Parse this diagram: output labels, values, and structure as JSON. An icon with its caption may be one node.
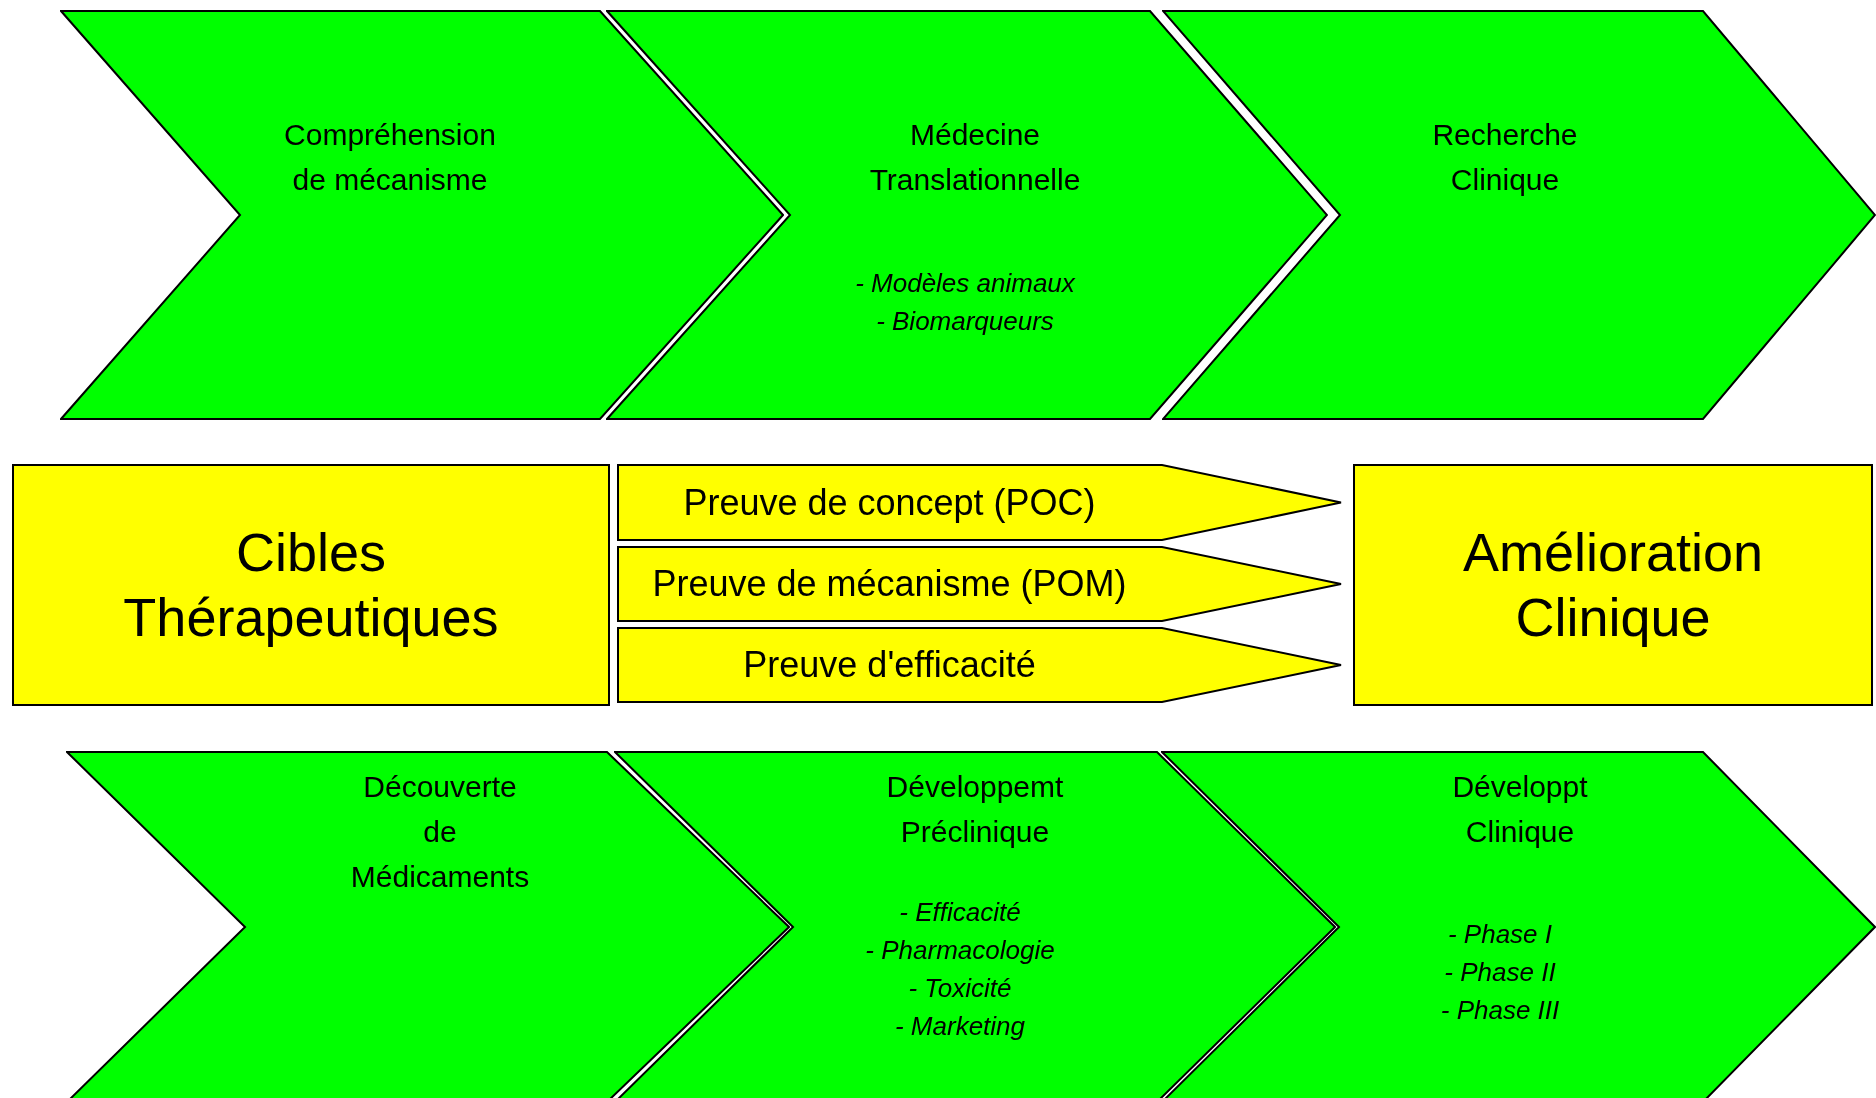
{
  "diagram": {
    "nodes": [
      {
        "text": [
          "Compréhension de mécanisme"
        ]
      },
      {
        "text": [
          "Médecine Translationnelle",
          "- Modèles animaux",
          "- Biomarqueurs"
        ]
      },
      {
        "text": [
          "Recherche Clinique"
        ]
      },
      {
        "text": [
          "Cibles Thérapeutiques"
        ]
      },
      {
        "text": [
          "Preuve de concept (POC)"
        ]
      },
      {
        "text": [
          "Preuve de mécanisme (POM)"
        ]
      },
      {
        "text": [
          "Preuve d'efficacité"
        ]
      },
      {
        "text": [
          "Amélioration Clinique"
        ]
      },
      {
        "text": [
          "Découverte de Médicaments"
        ]
      },
      {
        "text": [
          "Développemt Préclinique",
          "- Efficacité",
          "- Pharmacologie",
          "- Toxicité",
          "- Marketing"
        ]
      },
      {
        "text": [
          "Développt Clinique",
          "- Phase I",
          "- Phase II",
          "- Phase III"
        ]
      }
    ]
  }
}
